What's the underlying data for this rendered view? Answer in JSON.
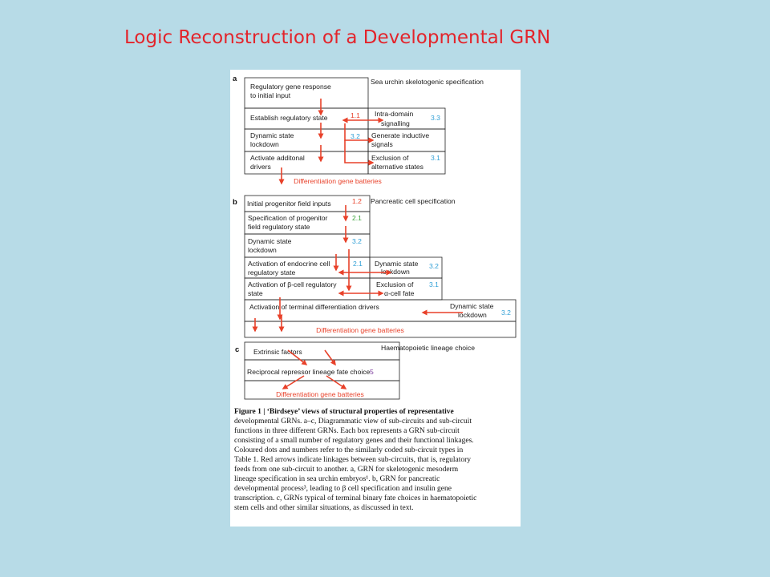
{
  "slide": {
    "title": "Logic Reconstruction of a Developmental GRN"
  },
  "panel_a": {
    "letter": "a",
    "title": "Sea urchin skelotogenic specification",
    "box1": [
      "Regulatory gene response",
      "to initial input"
    ],
    "box2": "Establish regulatory state",
    "box2_num": "1.1",
    "box3": [
      "Dynamic state",
      "lockdown"
    ],
    "box3_num": "3.2",
    "box4": [
      "Activate additonal",
      "drivers"
    ],
    "side1": [
      "Intra-domain",
      "signalling"
    ],
    "side1_num": "3.3",
    "side2": [
      "Generate inductive",
      "signals"
    ],
    "side3": [
      "Exclusion of",
      "alternative states"
    ],
    "side3_num": "3.1",
    "batteries": "Differentiation gene batteries"
  },
  "panel_b": {
    "letter": "b",
    "title": "Pancreatic cell specification",
    "box1": "Initial progenitor field inputs",
    "box1_num": "1.2",
    "box2": [
      "Specification of progenitor",
      "field regulatory state"
    ],
    "box2_num": "2.1",
    "box3": [
      "Dynamic state",
      "lockdown"
    ],
    "box3_num": "3.2",
    "box4": [
      "Activation of endocrine cell",
      "regulatory state"
    ],
    "box4_num": "2.1",
    "box4_side": [
      "Dynamic state",
      "lockdown"
    ],
    "box4_side_num": "3.2",
    "box5": [
      "Activation of β-cell regulatory",
      "state"
    ],
    "box5_side": [
      "Exclusion of",
      "α-cell fate"
    ],
    "box5_side_num": "3.1",
    "box6": "Activation of terminal differentiation drivers",
    "box6_side": [
      "Dynamic state",
      "lockdown"
    ],
    "box6_side_num": "3.2",
    "batteries": "Differentiation gene batteries"
  },
  "panel_c": {
    "letter": "c",
    "title": "Haematopoietic lineage choice",
    "box1": "Extrinsic factors",
    "box2": "Reciprocal repressor lineage fate choice",
    "box2_num": "5",
    "batteries": "Differentiation gene batteries"
  },
  "caption": {
    "lead": "Figure 1 | ‘Birdseye’ views of structural properties of representative developmental GRNs. a–c,",
    "lines": [
      "Figure 1 | ‘Birdseye’ views of structural properties of representative",
      "developmental GRNs. a–c, Diagrammatic view of sub-circuits and sub-circuit",
      "functions in three different GRNs. Each box represents a GRN sub-circuit",
      "consisting of a small number of regulatory genes and their functional linkages.",
      "Coloured dots and numbers refer to the similarly coded sub-circuit types in",
      "Table 1. Red arrows indicate linkages between sub-circuits, that is, regulatory",
      "feeds from one sub-circuit to another. a, GRN for skeletogenic mesoderm",
      "lineage specification in sea urchin embryos¹. b, GRN for pancreatic",
      "developmental process³, leading to β cell specification and insulin gene",
      "transcription. c, GRNs typical of terminal binary fate choices in haematopoietic",
      "stem cells and other similar situations, as discussed in text."
    ]
  },
  "colors": {
    "background": "#b7dbe7",
    "title": "#e3242b",
    "arrow": "#e8412a",
    "num_red": "#e8412a",
    "num_blue": "#2f9fd6",
    "num_green": "#3aa33a",
    "num_purple": "#7a3a9a"
  }
}
